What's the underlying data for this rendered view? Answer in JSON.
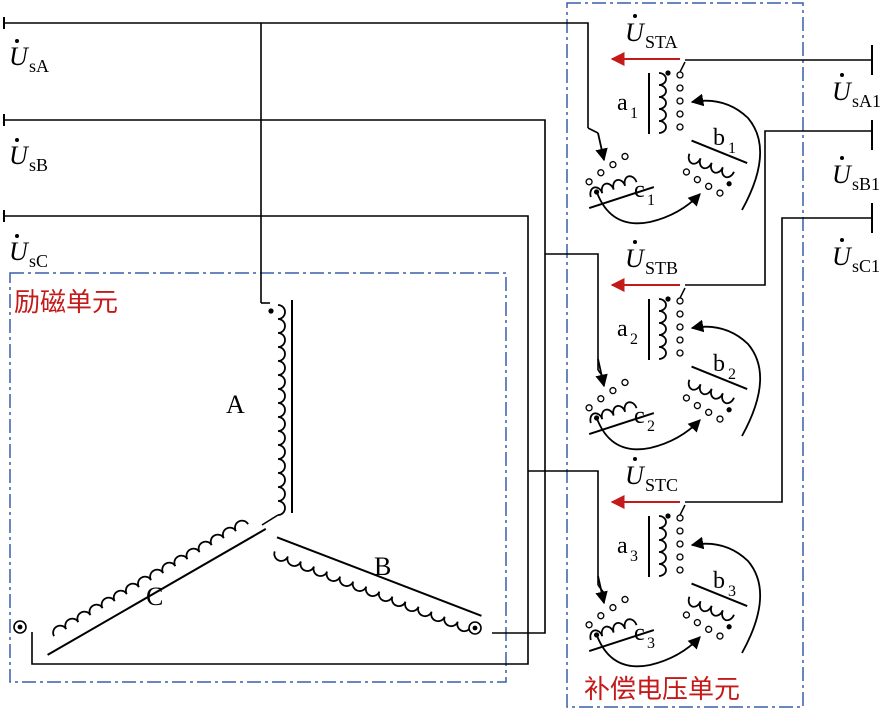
{
  "labels": {
    "excitation_unit": "励磁单元",
    "compensation_unit": "补偿电压单元",
    "winding_A": "A",
    "winding_B": "B",
    "winding_C": "C"
  },
  "source_voltages": [
    {
      "main": "U",
      "sub": "sA"
    },
    {
      "main": "U",
      "sub": "sB"
    },
    {
      "main": "U",
      "sub": "sC"
    }
  ],
  "output_voltages": [
    {
      "main": "U",
      "sub": "sA1"
    },
    {
      "main": "U",
      "sub": "sB1"
    },
    {
      "main": "U",
      "sub": "sC1"
    }
  ],
  "transformers": [
    {
      "voltage": {
        "main": "U",
        "sub": "STA"
      },
      "a": {
        "main": "a",
        "sub": "1"
      },
      "b": {
        "main": "b",
        "sub": "1"
      },
      "c": {
        "main": "c",
        "sub": "1"
      }
    },
    {
      "voltage": {
        "main": "U",
        "sub": "STB"
      },
      "a": {
        "main": "a",
        "sub": "2"
      },
      "b": {
        "main": "b",
        "sub": "2"
      },
      "c": {
        "main": "c",
        "sub": "2"
      }
    },
    {
      "voltage": {
        "main": "U",
        "sub": "STC"
      },
      "a": {
        "main": "a",
        "sub": "3"
      },
      "b": {
        "main": "b",
        "sub": "3"
      },
      "c": {
        "main": "c",
        "sub": "3"
      }
    }
  ],
  "colors": {
    "line": "#000000",
    "unit_border": "#3a5dab",
    "unit_label": "#c41a1a",
    "voltage_arrow": "#c41a1a"
  }
}
